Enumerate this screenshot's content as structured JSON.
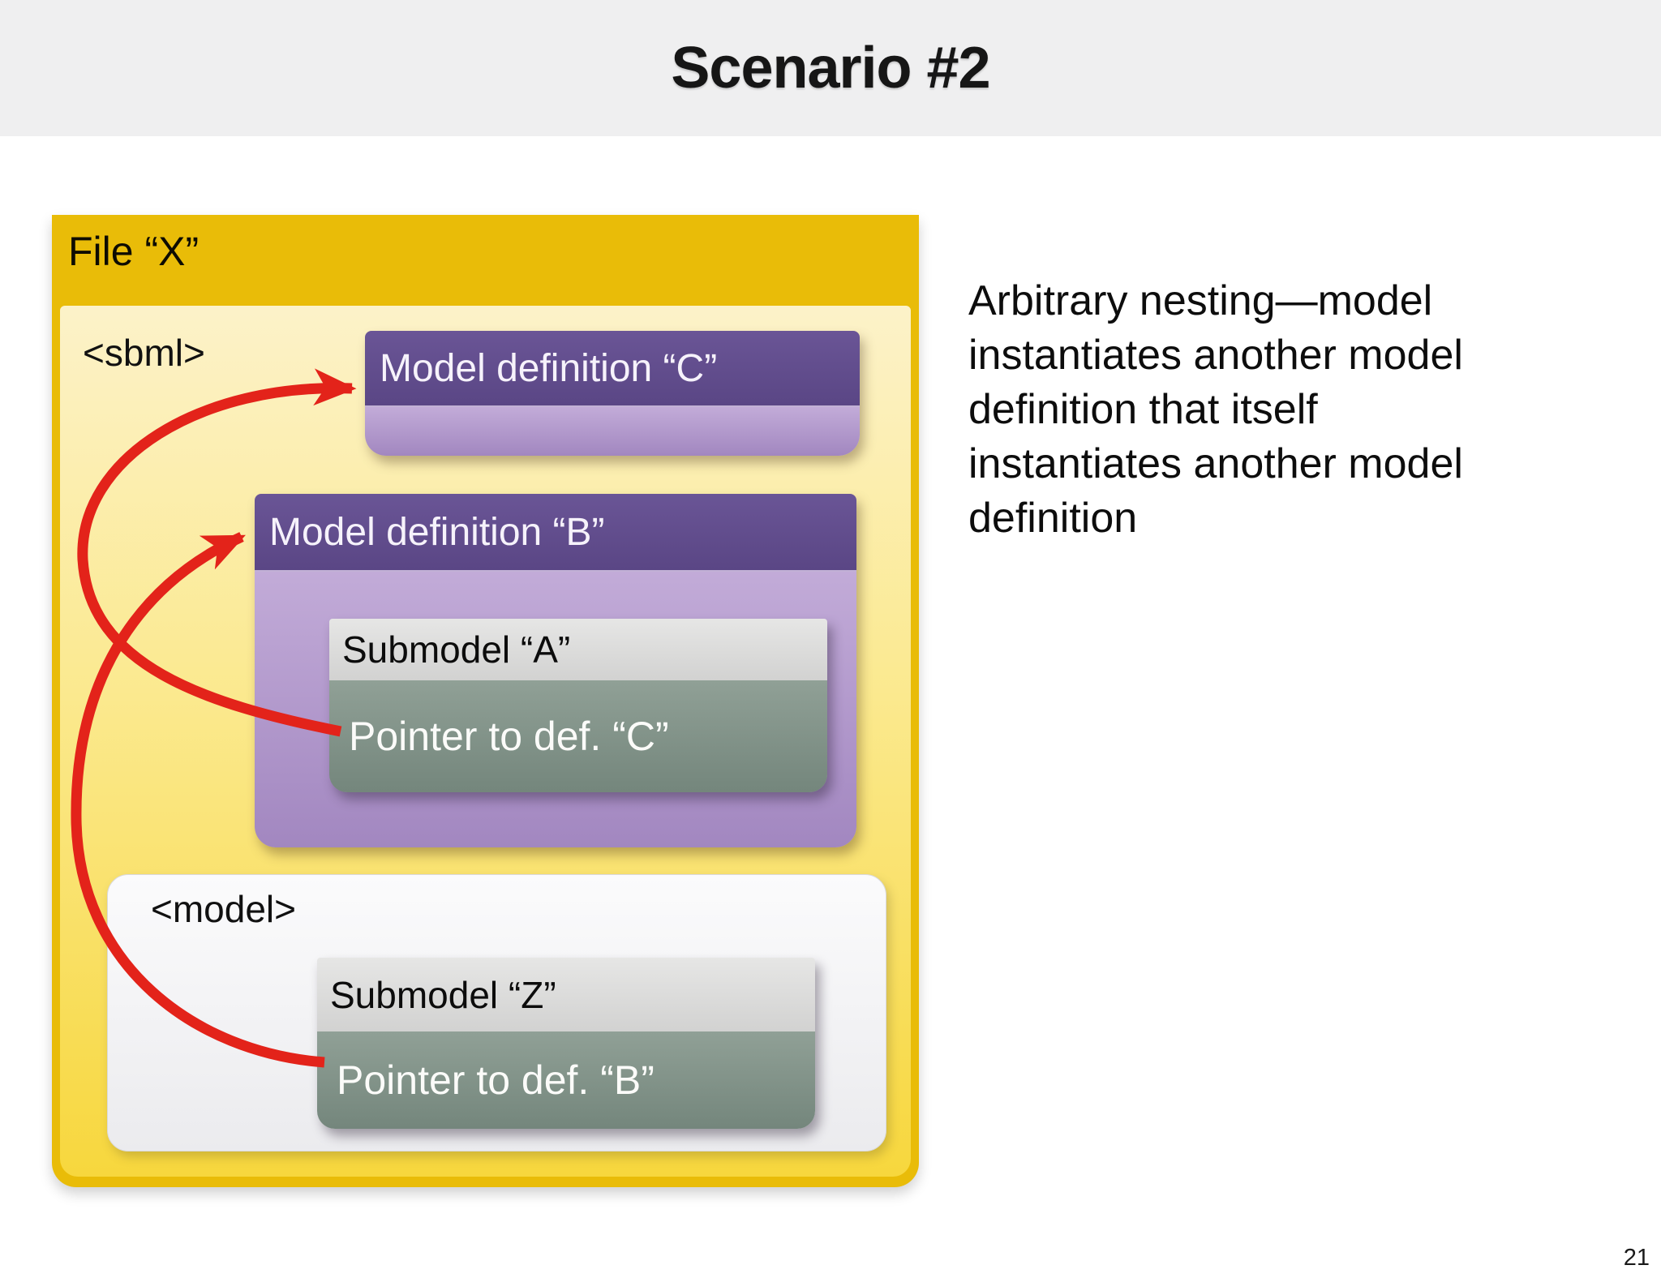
{
  "slide": {
    "title": "Scenario #2",
    "page_number": "21",
    "annotation": "Arbitrary nesting—model\ninstantiates another model\ndefinition that itself\ninstantiates another model\ndefinition"
  },
  "diagram": {
    "file_box": {
      "label": "File “X”"
    },
    "sbml_label": "<sbml>",
    "model_definition_c": {
      "header": "Model definition “C”"
    },
    "model_definition_b": {
      "header": "Model definition “B”"
    },
    "submodel_a": {
      "header": "Submodel “A”",
      "pointer": "Pointer to def. “C”"
    },
    "model_element": {
      "label": "<model>"
    },
    "submodel_z": {
      "header": "Submodel “Z”",
      "pointer": "Pointer to def. “B”"
    },
    "arrows": [
      {
        "name": "pointer-c-to-definition-c",
        "from": "Pointer to def. “C”",
        "to": "Model definition “C”"
      },
      {
        "name": "pointer-b-to-definition-b",
        "from": "Pointer to def. “B”",
        "to": "Model definition “B”"
      }
    ],
    "colors": {
      "title_band": "#efeff0",
      "gold_container": "#e9bc08",
      "panel_top": "#fcf2c9",
      "panel_bottom": "#f7d73d",
      "purple_header": "#5a4685",
      "purple_body": "#a287c0",
      "gray_header": "#d9d9d8",
      "pointer_green": "#81928a",
      "arrow_red": "#e3231a"
    }
  }
}
